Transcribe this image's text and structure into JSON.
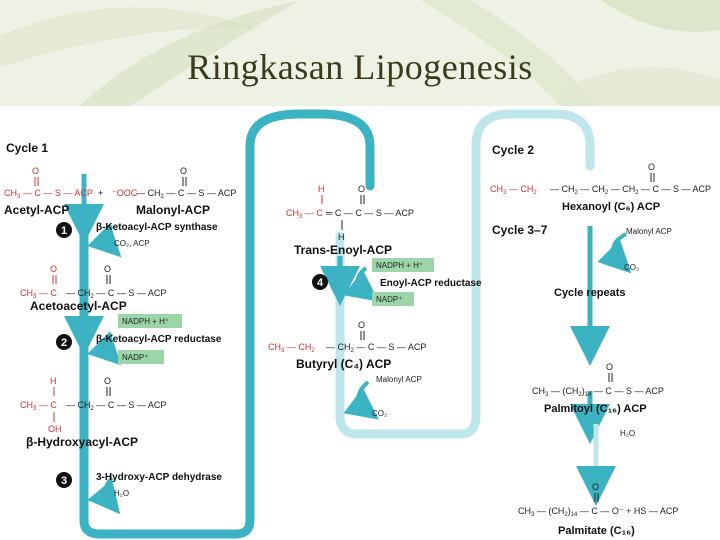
{
  "title": "Ringkasan Lipogenesis",
  "colors": {
    "pathway": "#3bb3c3",
    "pathway_light": "#bfe6ec",
    "highlight_box": "#9bd5a8",
    "red": "#d0312d"
  },
  "left": {
    "cycle_label": "Cycle 1",
    "acetyl_acp": "Acetyl-ACP",
    "malonyl_acp": "Malonyl-ACP",
    "step1_enzyme": "β-Ketoacyl-ACP synthase",
    "step1_out": "CO₂, ACP",
    "acetoacetyl_acp": "Acetoacetyl-ACP",
    "step2_nadph": "NADPH + H⁺",
    "step2_enzyme": "β-Ketoacyl-ACP reductase",
    "step2_nadp": "NADP⁺",
    "hydroxyacyl_acp": "β-Hydroxyacyl-ACP",
    "step3_enzyme": "3-Hydroxy-ACP dehydrase",
    "step3_out": "H₂O"
  },
  "middle": {
    "trans_enoyl_acp": "Trans-Enoyl-ACP",
    "step4_nadph": "NADPH + H⁺",
    "step4_enzyme": "Enoyl-ACP reductase",
    "step4_nadp": "NADP⁺",
    "butyryl_acp": "Butyryl (C₄) ACP",
    "malonyl_in": "Malonyl ACP",
    "co2_out": "CO₂"
  },
  "right": {
    "cycle2_label": "Cycle 2",
    "hexanoyl_acp": "Hexanoyl (C₆) ACP",
    "cycle37_label": "Cycle 3–7",
    "malonyl_in": "Malonyl ACP",
    "co2_out": "CO₂",
    "cycle_repeats": "Cycle repeats",
    "palmitoyl_acp": "Palmitoyl (C₁₆) ACP",
    "h2o_in": "H₂O",
    "palmitate": "Palmitate (C₁₆)"
  },
  "steps": [
    "1",
    "2",
    "3",
    "4"
  ]
}
